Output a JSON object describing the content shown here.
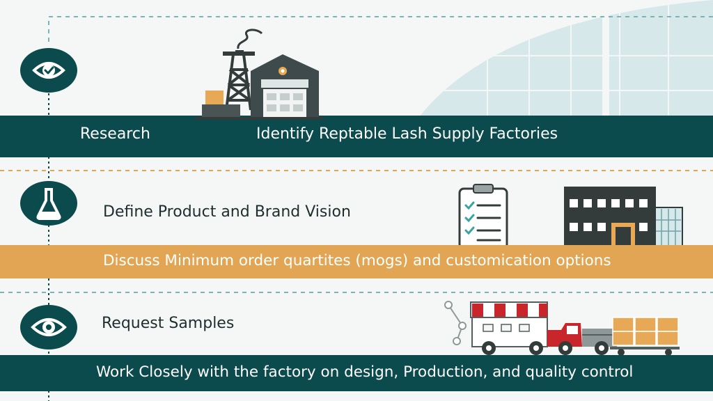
{
  "steps": [
    {
      "icon": "eye-check-icon",
      "label": "Research",
      "band_text": "Identify Reptable Lash Supply Factories"
    },
    {
      "icon": "flask-icon",
      "label": "Define Product and Brand Vision",
      "band_text": "Discuss Minimum order quartites (mogs) and customication options"
    },
    {
      "icon": "eye-icon",
      "label": "Request Samples",
      "band_text": "Work Closely with the factory on design, Production, and quality control"
    }
  ],
  "colors": {
    "teal": "#0b4a4d",
    "orange": "#e2a553",
    "background": "#f4f7f6",
    "truck_red": "#c8262b",
    "box_orange": "#e7a955"
  }
}
